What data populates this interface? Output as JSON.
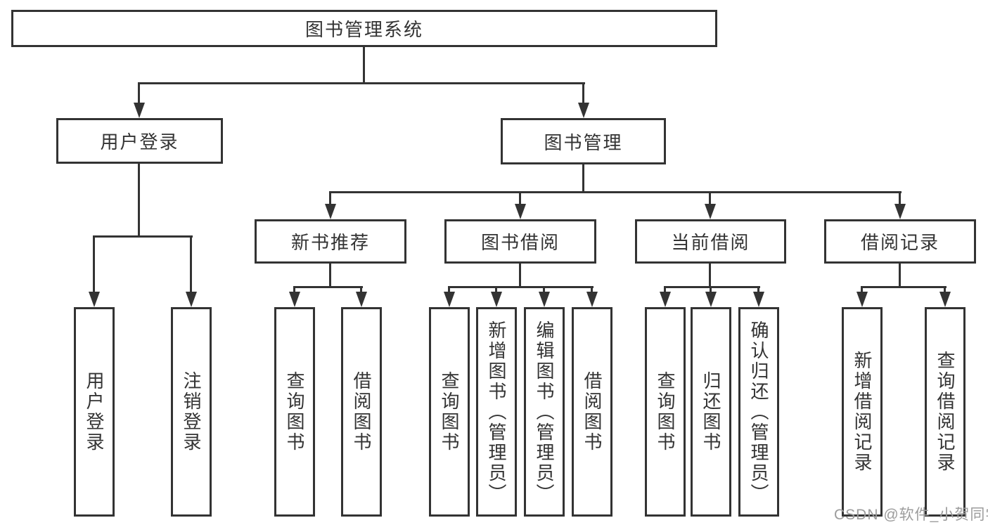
{
  "diagram": {
    "type": "tree",
    "line_color": "#333333",
    "text_color": "#333333",
    "background": "#ffffff",
    "root": {
      "label": "图书管理系统"
    },
    "level2": [
      {
        "label": "用户登录"
      },
      {
        "label": "图书管理"
      }
    ],
    "level3": [
      {
        "label": "新书推荐",
        "parent": "图书管理"
      },
      {
        "label": "图书借阅",
        "parent": "图书管理"
      },
      {
        "label": "当前借阅",
        "parent": "图书管理"
      },
      {
        "label": "借阅记录",
        "parent": "图书管理"
      }
    ],
    "leaves": [
      {
        "label": "用户登录",
        "parent": "用户登录"
      },
      {
        "label": "注销登录",
        "parent": "用户登录"
      },
      {
        "label": "查询图书",
        "parent": "新书推荐"
      },
      {
        "label": "借阅图书",
        "parent": "新书推荐"
      },
      {
        "label": "查询图书",
        "parent": "图书借阅"
      },
      {
        "label": "新增图书（管理员）",
        "parent": "图书借阅"
      },
      {
        "label": "编辑图书（管理员）",
        "parent": "图书借阅"
      },
      {
        "label": "借阅图书",
        "parent": "图书借阅"
      },
      {
        "label": "查询图书",
        "parent": "当前借阅"
      },
      {
        "label": "归还图书",
        "parent": "当前借阅"
      },
      {
        "label": "确认归还（管理员）",
        "parent": "当前借阅"
      },
      {
        "label": "新增借阅记录",
        "parent": "借阅记录"
      },
      {
        "label": "查询借阅记录",
        "parent": "借阅记录"
      }
    ]
  },
  "watermark": {
    "text": "CSDN @软件_小贺同学",
    "color": "#9c9c9c"
  }
}
